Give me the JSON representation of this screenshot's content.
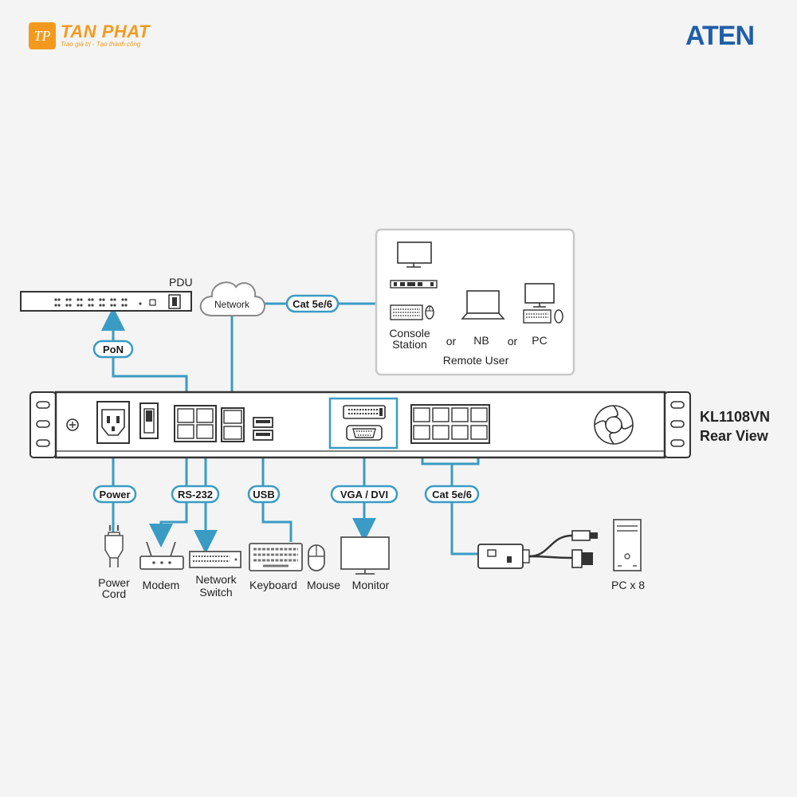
{
  "brand": {
    "left_logo_name": "TAN PHAT",
    "left_logo_slogan": "Trao giá trị - Tạo thành công",
    "right_logo": "ATEN"
  },
  "device": {
    "model": "KL1108VN",
    "view": "Rear View"
  },
  "top": {
    "pdu_label": "PDU",
    "pon_label": "PoN",
    "network_label": "Network",
    "cat_label": "Cat 5e/6"
  },
  "remote": {
    "console_line1": "Console",
    "console_line2": "Station",
    "or1": "or",
    "nb": "NB",
    "or2": "or",
    "pc": "PC",
    "caption": "Remote User"
  },
  "ports": {
    "power": "Power",
    "rs232": "RS-232",
    "usb": "USB",
    "vga_dvi": "VGA / DVI",
    "cat": "Cat 5e/6"
  },
  "bottom": {
    "power_cord_1": "Power",
    "power_cord_2": "Cord",
    "modem": "Modem",
    "network_switch_1": "Network",
    "network_switch_2": "Switch",
    "keyboard": "Keyboard",
    "mouse": "Mouse",
    "monitor": "Monitor",
    "pc_x8": "PC x 8"
  },
  "colors": {
    "line": "#3a9bc4",
    "accent": "#f39a1e",
    "aten": "#1f5ea8",
    "outline": "#333333"
  }
}
